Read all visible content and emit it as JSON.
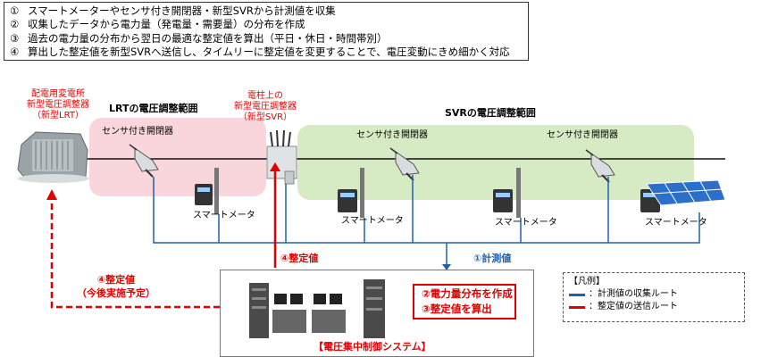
{
  "steps": [
    {
      "num": "①",
      "text": "スマートメーターやセンサ付き開閉器・新型SVRから計測値を収集"
    },
    {
      "num": "②",
      "text": "収集したデータから電力量（発電量・需要量）の分布を作成"
    },
    {
      "num": "③",
      "text": "過去の電力量の分布から翌日の最適な整定値を算出（平日・休日・時間帯別）"
    },
    {
      "num": "④",
      "text": "算出した整定値を新型SVRへ送信し、タイムリーに整定値を変更することで、電圧変動にきめ細かく対応"
    }
  ],
  "substation": {
    "line1": "配電用変電所",
    "line2": "新型電圧調整器",
    "line3": "（新型LRT）"
  },
  "lrt_area": {
    "title": "LRTの電圧調整範囲"
  },
  "svr_area": {
    "title": "SVRの電圧調整範囲"
  },
  "pole_svr": {
    "line1": "電柱上の",
    "line2": "新型電圧調整器",
    "line3": "（新型SVR）"
  },
  "sensor_label": "センサ付き開閉器",
  "meter_label": "スマートメータ",
  "flow": {
    "setting_up": "④整定値",
    "measure": "①計測値",
    "setting_future_1": "④整定値",
    "setting_future_2": "（今後実施予定）"
  },
  "system": {
    "title": "【電圧集中制御システム】",
    "callout_1": "②電力量分布を作成",
    "callout_2": "③整定値を算出"
  },
  "legend": {
    "title": "【凡例】",
    "item1": "：計測値の収集ルート",
    "item2": "：整定値の送信ルート"
  },
  "colors": {
    "blue_route": "#1f5fb0",
    "red_route": "#e00000",
    "lrt_zone": "#f9d6dc",
    "svr_zone": "#d6ebc4"
  }
}
